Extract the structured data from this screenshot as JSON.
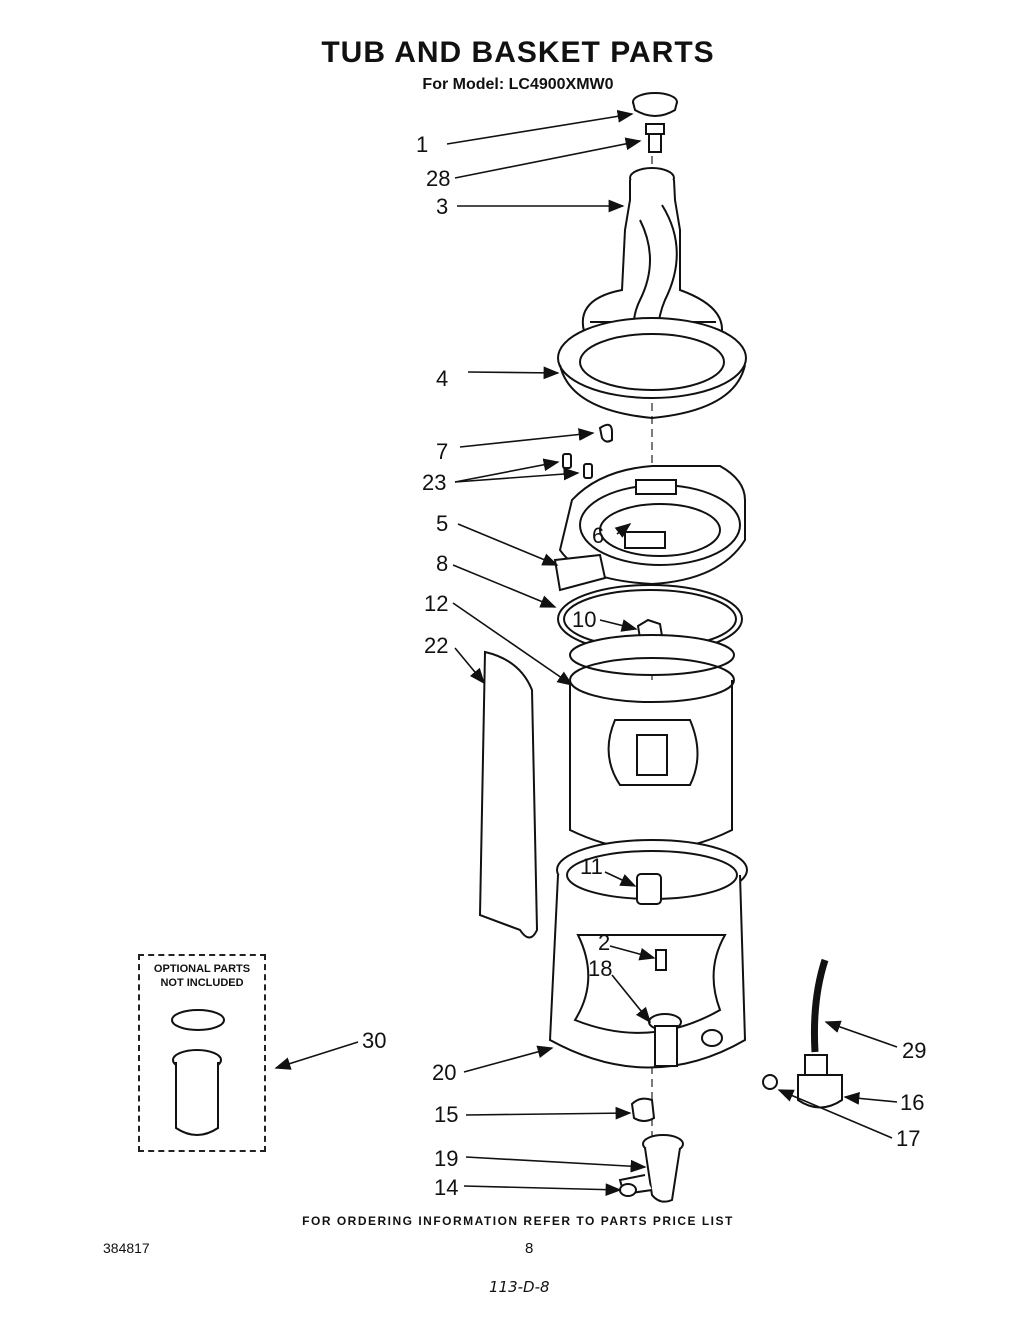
{
  "header": {
    "title": "TUB AND BASKET PARTS",
    "subtitle": "For Model: LC4900XMW0"
  },
  "callouts": [
    "1",
    "28",
    "3",
    "4",
    "7",
    "23",
    "5",
    "6",
    "8",
    "10",
    "12",
    "22",
    "11",
    "2",
    "18",
    "20",
    "15",
    "19",
    "14",
    "29",
    "16",
    "17",
    "30"
  ],
  "optional_box": {
    "line1": "OPTIONAL PARTS",
    "line2": "NOT INCLUDED"
  },
  "footer": {
    "note": "FOR ORDERING INFORMATION REFER TO PARTS PRICE LIST",
    "doc_number": "384817",
    "page_number": "8",
    "handwritten": "113-D-8"
  }
}
